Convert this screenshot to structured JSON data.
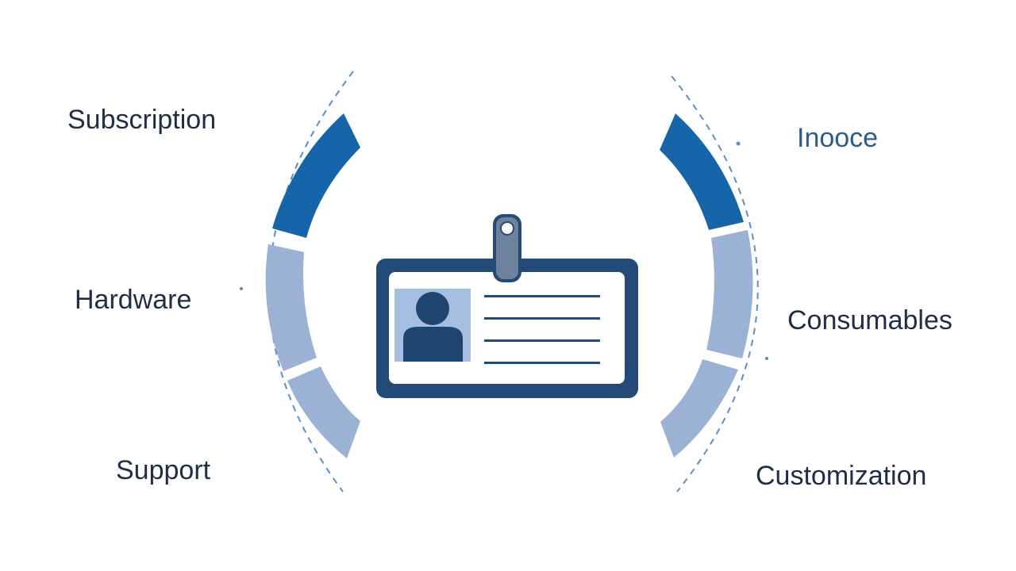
{
  "diagram": {
    "center_icon": "id-badge-icon",
    "segments_left": [
      {
        "label": "Subscription",
        "emphasis": "primary"
      },
      {
        "label": "Hardware",
        "emphasis": "secondary"
      },
      {
        "label": "Support",
        "emphasis": "secondary"
      }
    ],
    "segments_right": [
      {
        "label": "Inooce",
        "emphasis": "primary"
      },
      {
        "label": "Consumables",
        "emphasis": "secondary"
      },
      {
        "label": "Customization",
        "emphasis": "secondary"
      }
    ]
  },
  "colors": {
    "primary": "#1565a8",
    "secondary": "#9bb2d4",
    "badge_frame": "#244b78",
    "dashed_guide": "#5b8fc4",
    "text": "#1f2e44",
    "text_accent": "#2d5c86"
  }
}
